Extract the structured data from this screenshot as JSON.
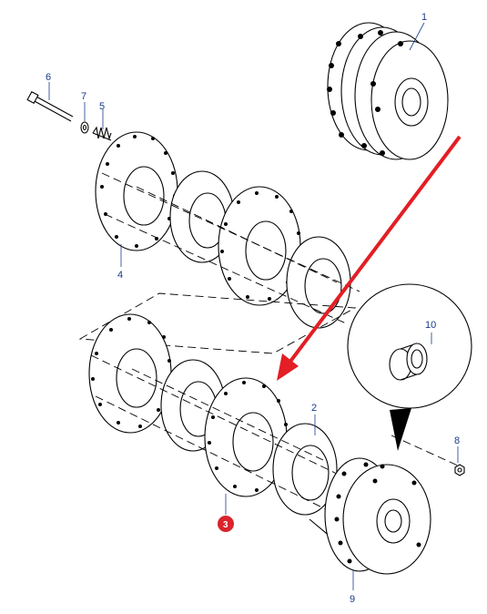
{
  "diagram": {
    "callouts": [
      {
        "id": "1",
        "label": "1"
      },
      {
        "id": "2",
        "label": "2"
      },
      {
        "id": "3",
        "label": "3",
        "highlighted": true
      },
      {
        "id": "4",
        "label": "4"
      },
      {
        "id": "5",
        "label": "5"
      },
      {
        "id": "6",
        "label": "6"
      },
      {
        "id": "7",
        "label": "7"
      },
      {
        "id": "8",
        "label": "8"
      },
      {
        "id": "9",
        "label": "9"
      },
      {
        "id": "10",
        "label": "10"
      }
    ],
    "colors": {
      "callout_text": "#1a3a8a",
      "highlight_badge": "#d9232d",
      "pointer_arrow": "#e31e24",
      "line_art": "#000000"
    }
  }
}
